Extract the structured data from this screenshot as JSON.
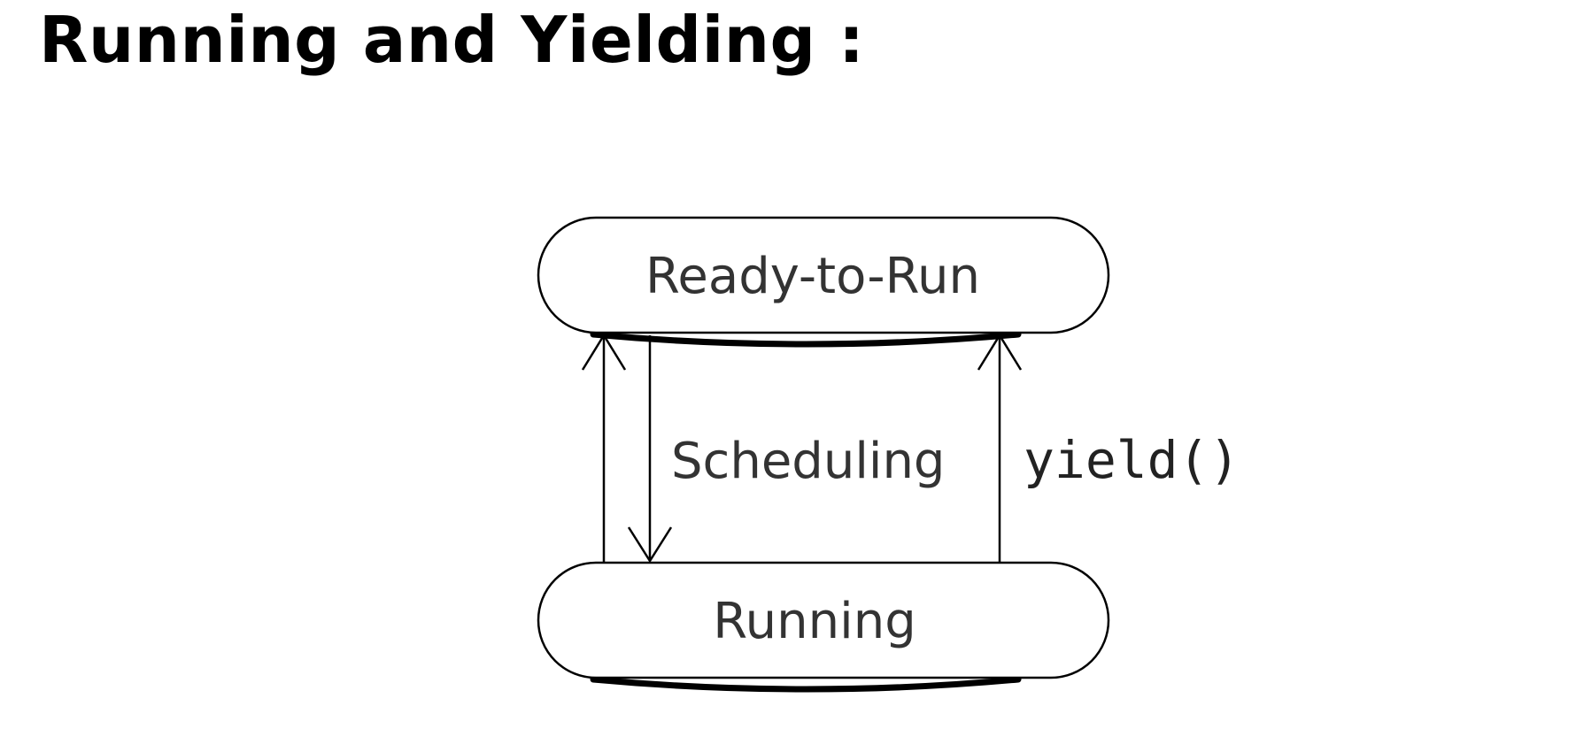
{
  "title": "Running and Yielding :",
  "diagram": {
    "states": {
      "ready": "Ready-to-Run",
      "running": "Running"
    },
    "transitions": {
      "scheduling": "Scheduling",
      "yield": "yield()"
    }
  }
}
